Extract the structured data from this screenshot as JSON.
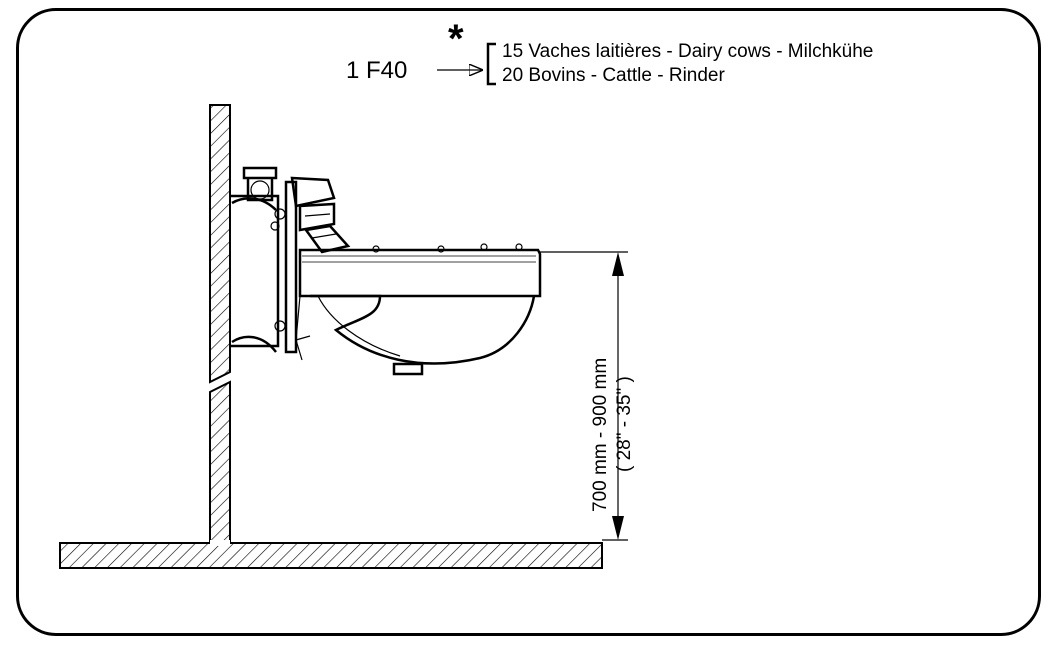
{
  "header": {
    "model": "1 F40",
    "asterisk": "*",
    "capacity_lines": [
      "15 Vaches laitières - Dairy cows - Milchkühe",
      "20 Bovins - Cattle - Rinder"
    ]
  },
  "dimension": {
    "metric": "700  mm  -  900  mm",
    "imperial": "( 28\"  -  35\" )"
  }
}
